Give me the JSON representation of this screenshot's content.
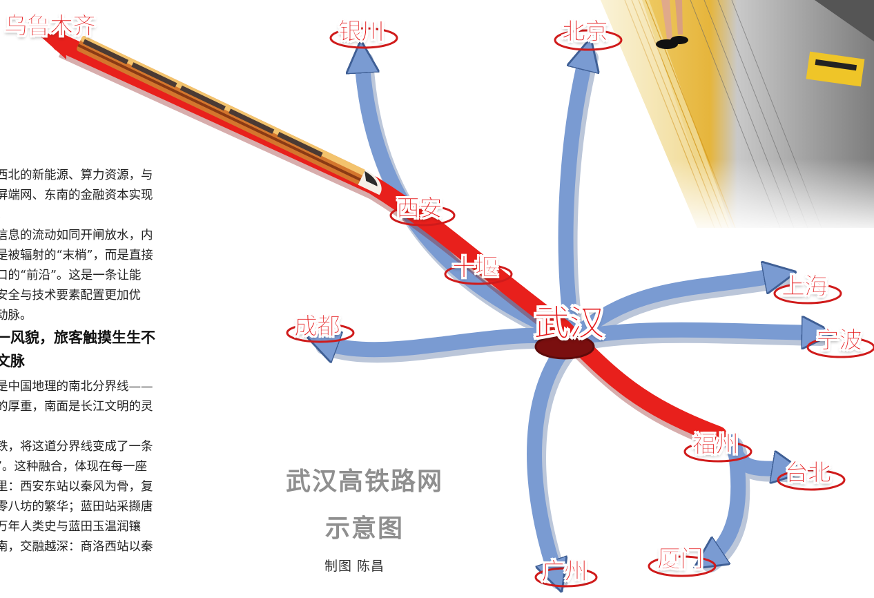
{
  "cities": {
    "urumqi": "乌鲁木齐",
    "yinchuan": "银川",
    "beijing": "北京",
    "xian": "西安",
    "shiyan": "十堰",
    "wuhan": "武汉",
    "chengdu": "成都",
    "shanghai": "上海",
    "ningbo": "宁波",
    "fuzhou": "福州",
    "taibei": "台北",
    "xiamen": "厦门",
    "guangzhou": "广州"
  },
  "diagram": {
    "title_line1": "武汉高铁路网",
    "title_line2": "示意图",
    "credit": "制图  陈昌"
  },
  "colors": {
    "route_main": "#e8201c",
    "route_branch": "#7a9bd2",
    "city_label": "#e41a1c",
    "platform_yellow": "#e8b43a"
  },
  "article": {
    "p1": [
      "西北的新能源、算力资源，与",
      "屏端网、东南的金融资本实现",
      "。"
    ],
    "p2": [
      "信息的流动如同开闸放水，内",
      "是被辐射的“末梢”，而是直接",
      "口的“前沿”。这是一条让能",
      "安全与技术要素配置更加优",
      "动脉。"
    ],
    "subhead": [
      "一风貌，旅客触摸生生不",
      "文脉"
    ],
    "p3": [
      "是中国地理的南北分界线——",
      "的厚重，南面是长江文明的灵",
      ""
    ],
    "p4": [
      "铁，将这道分界线变成了一条",
      "”。这种融合，体现在每一座",
      "里：西安东站以秦风为骨，复",
      "零八坊的繁华；蓝田站采撷唐",
      "万年人类史与蓝田玉温润镶",
      "南，交融越深：商洛西站以秦"
    ]
  }
}
